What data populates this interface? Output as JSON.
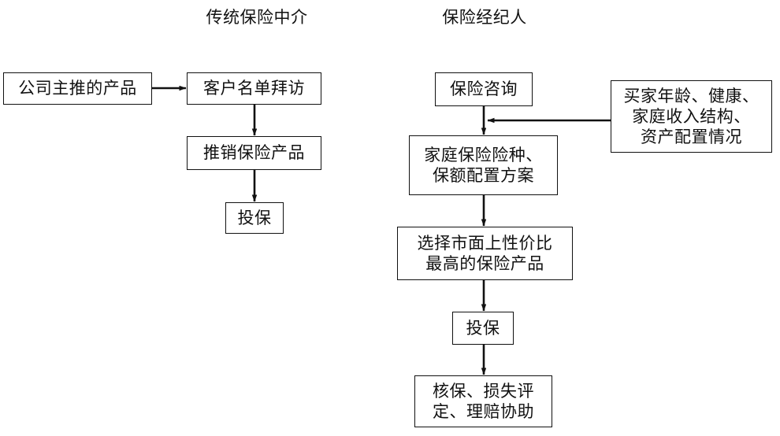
{
  "diagram": {
    "type": "flowchart",
    "orientation": "two-column comparison",
    "background_color": "#ffffff",
    "line_color": "#111111",
    "text_color": "#111111",
    "columns": [
      {
        "id": "traditional",
        "title": "传统保险中介",
        "nodes": [
          {
            "id": "t1",
            "label": "公司主推的产品"
          },
          {
            "id": "t2",
            "label": "客户名单拜访"
          },
          {
            "id": "t3",
            "label": "推销保险产品"
          },
          {
            "id": "t4",
            "label": "投保"
          }
        ],
        "edges": [
          {
            "from": "t1",
            "to": "t2",
            "direction": "right"
          },
          {
            "from": "t2",
            "to": "t3",
            "direction": "down"
          },
          {
            "from": "t3",
            "to": "t4",
            "direction": "down"
          }
        ]
      },
      {
        "id": "broker",
        "title": "保险经纪人",
        "nodes": [
          {
            "id": "b1",
            "label": "保险咨询"
          },
          {
            "id": "b2",
            "label_lines": [
              "家庭保险险种、",
              "保额配置方案"
            ]
          },
          {
            "id": "b3",
            "label_lines": [
              "选择市面上性价比",
              "最高的保险产品"
            ]
          },
          {
            "id": "b4",
            "label": "投保"
          },
          {
            "id": "b5",
            "label_lines": [
              "核保、损失评",
              "定、理赔协助"
            ]
          },
          {
            "id": "b6",
            "label_lines": [
              "买家年龄、健康、",
              "家庭收入结构、",
              "资产配置情况"
            ]
          }
        ],
        "edges": [
          {
            "from": "b1",
            "to": "b2",
            "direction": "down"
          },
          {
            "from": "b6",
            "to": "b1-b2-link",
            "direction": "left"
          },
          {
            "from": "b2",
            "to": "b3",
            "direction": "down"
          },
          {
            "from": "b3",
            "to": "b4",
            "direction": "down"
          },
          {
            "from": "b4",
            "to": "b5",
            "direction": "down"
          }
        ]
      }
    ]
  }
}
